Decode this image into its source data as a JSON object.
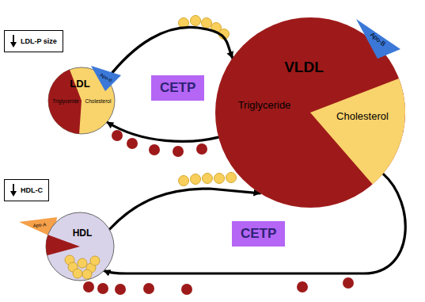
{
  "diagram": {
    "nodes": [
      {
        "text": [
          "LDL-P size"
        ]
      },
      {
        "text": [
          "LDL",
          "Triglyceride",
          "Cholesterol",
          "Apo-B"
        ]
      },
      {
        "text": [
          "CETP"
        ]
      },
      {
        "text": [
          "VLDL",
          "Triglyceride",
          "Cholesterol",
          "Apo-B"
        ]
      },
      {
        "text": [
          "HDL-C"
        ]
      },
      {
        "text": [
          "HDL",
          "Apo-A"
        ]
      },
      {
        "text": [
          "CETP"
        ]
      }
    ],
    "edges": [
      {
        "from": 1,
        "to": 3,
        "arrow": "to"
      },
      {
        "from": 3,
        "to": 1,
        "arrow": "to"
      },
      {
        "from": 5,
        "to": 3,
        "arrow": "to"
      },
      {
        "from": 3,
        "to": 5,
        "arrow": "to"
      }
    ]
  }
}
